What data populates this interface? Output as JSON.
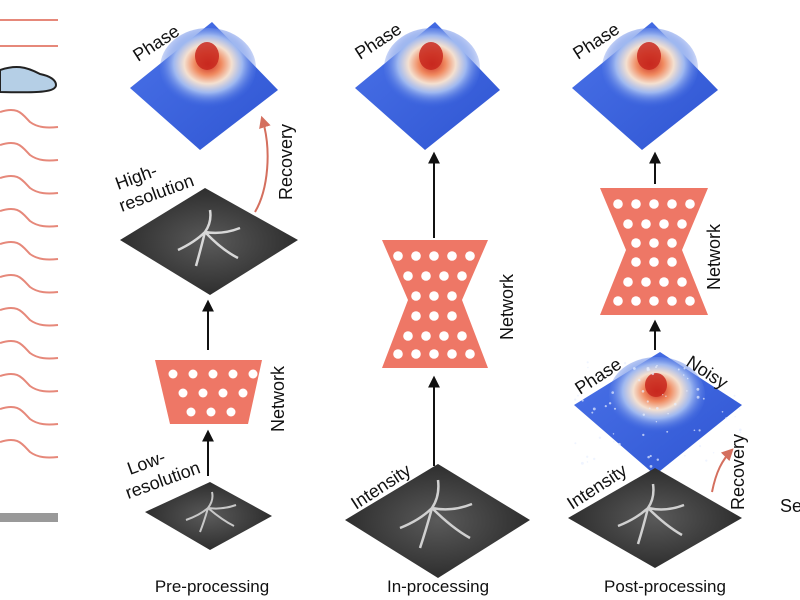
{
  "colors": {
    "network": "#ee7766",
    "network_hole": "#ffffff",
    "phase_base": "#3a64e0",
    "phase_peak": "#d43a2e",
    "curve": "#e6887a",
    "arrow": "#111111",
    "recovery_arrow": "#d46f5e",
    "image_bg": "#3a3a3a",
    "blob": "#b5cfe6"
  },
  "columns": [
    {
      "caption": "Pre-processing",
      "phase_label": "Phase",
      "recovery_label": "Recovery",
      "high_res_label": "High-\nresolution",
      "network_label": "Network",
      "low_res_label": "Low-\nresolution"
    },
    {
      "caption": "In-processing",
      "phase_label": "Phase",
      "network_label": "Network",
      "intensity_label": "Intensity"
    },
    {
      "caption": "Post-processing",
      "phase_label": "Phase",
      "network_label": "Network",
      "noisy_phase_label": "Phase",
      "noisy_label": "Noisy",
      "intensity_label": "Intensity",
      "recovery_label": "Recovery"
    }
  ],
  "edge_text": "Se"
}
